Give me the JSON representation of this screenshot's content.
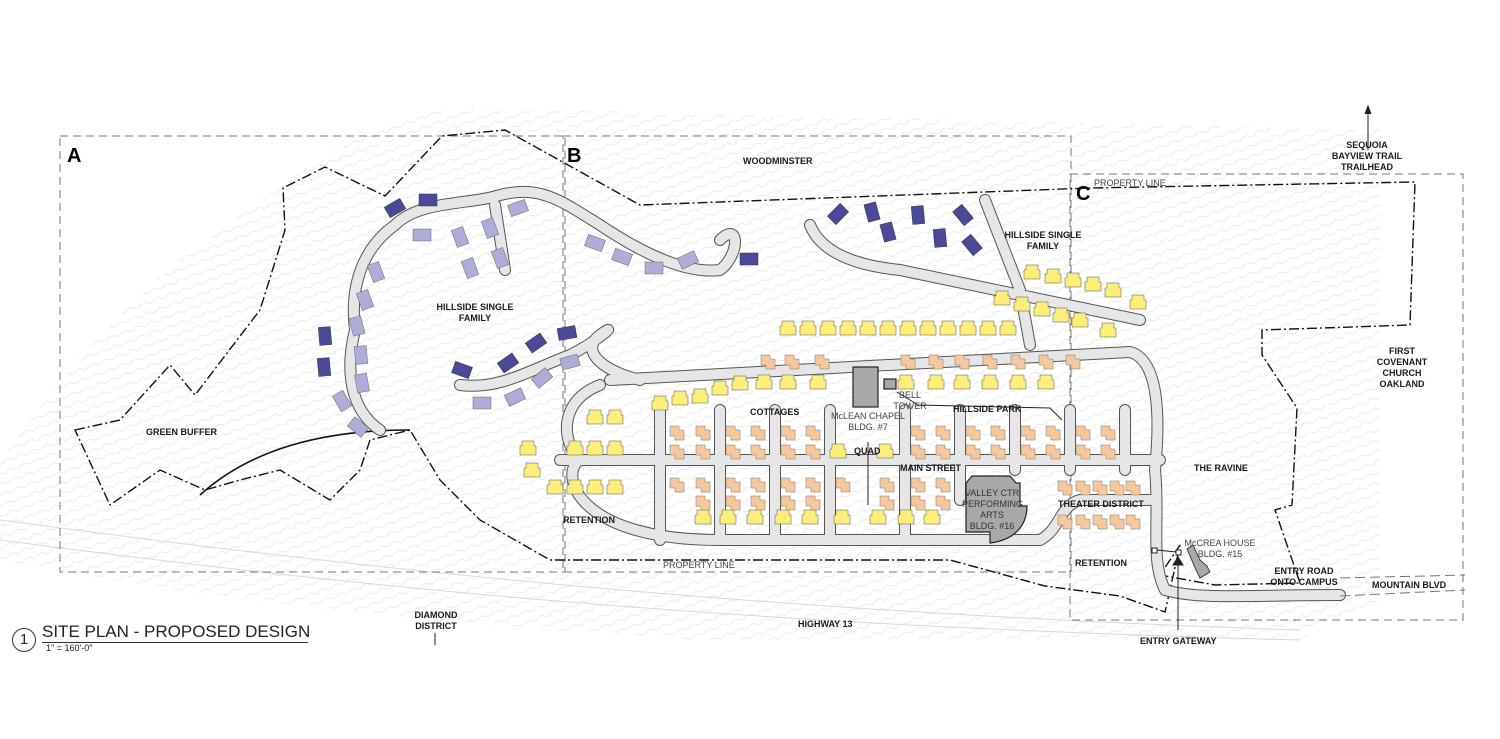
{
  "title": {
    "number": "1",
    "text": "SITE PLAN - PROPOSED DESIGN",
    "scale": "1\" = 160'-0\""
  },
  "zones": [
    {
      "id": "A",
      "label": "A"
    },
    {
      "id": "B",
      "label": "B"
    },
    {
      "id": "C",
      "label": "C"
    }
  ],
  "labels": {
    "woodminster": "WOODMINSTER",
    "property_line_top": "PROPERTY LINE",
    "property_line_bottom": "PROPERTY LINE",
    "sequoia_1": "SEQUOIA",
    "sequoia_2": "BAYVIEW TRAIL",
    "sequoia_3": "TRAILHEAD",
    "hillside_single_family_west_1": "HILLSIDE SINGLE",
    "hillside_single_family_west_2": "FAMILY",
    "hillside_single_family_east_1": "HILLSIDE SINGLE",
    "hillside_single_family_east_2": "FAMILY",
    "green_buffer": "GREEN BUFFER",
    "cottages": "COTTAGES",
    "mclean_chapel_1": "McLEAN CHAPEL",
    "mclean_chapel_2": "BLDG. #7",
    "bell_tower_1": "BELL",
    "bell_tower_2": "TOWER",
    "hillside_park": "HILLSIDE PARK",
    "quad": "QUAD",
    "main_street": "MAIN STREET",
    "valley_ctr_1": "VALLEY CTR",
    "valley_ctr_2": "PERFORMING",
    "valley_ctr_3": "ARTS",
    "valley_ctr_4": "BLDG. #16",
    "theater_district": "THEATER DISTRICT",
    "retention_west": "RETENTION",
    "retention_east": "RETENTION",
    "first_covenant_1": "FIRST",
    "first_covenant_2": "COVENANT",
    "first_covenant_3": "CHURCH",
    "first_covenant_4": "OAKLAND",
    "the_ravine": "THE RAVINE",
    "mccrea_house_1": "McCREA HOUSE",
    "mccrea_house_2": "BLDG. #15",
    "entry_road_1": "ENTRY ROAD",
    "entry_road_2": "ONTO CAMPUS",
    "mountain_blvd": "MOUNTAIN BLVD",
    "entry_gateway": "ENTRY GATEWAY",
    "diamond_district_1": "DIAMOND",
    "diamond_district_2": "DISTRICT",
    "highway_13": "HIGHWAY 13"
  },
  "legend_colors": {
    "hillside_single_family_dark": "#4b4a99",
    "hillside_single_family_light": "#aeadd8",
    "cottage_yellow": "#fbee7a",
    "townhouse_peach": "#f7c99a",
    "civic_building_gray": "#a8a8a8",
    "road_fill": "#e6e6e6",
    "property_line": "#111111",
    "zone_boundary": "#777777"
  }
}
